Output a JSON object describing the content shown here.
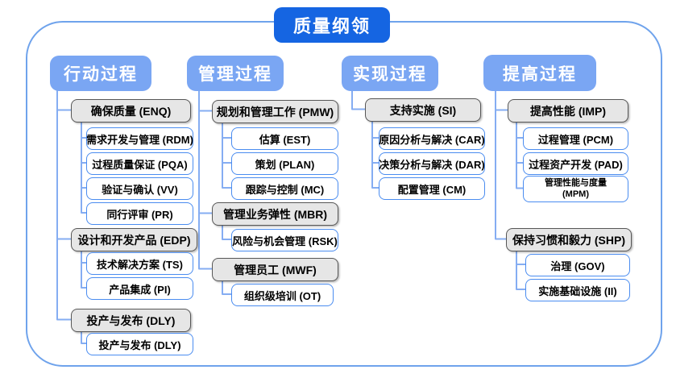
{
  "title": "质量纲领",
  "palette": {
    "title_bg": "#1565E2",
    "header_bg": "#7AA6F3",
    "outline": "#6FA3EC",
    "line": "#85ADF2",
    "gray_fill": "#E6E6E6",
    "gray_border": "#575757",
    "leaf_border": "#4A8CF0"
  },
  "columns": [
    {
      "header": "行动过程",
      "groups": [
        {
          "label": "确保质量 (ENQ)",
          "children": [
            "需求开发与管理 (RDM)",
            "过程质量保证 (PQA)",
            "验证与确认 (VV)",
            "同行评审 (PR)"
          ]
        },
        {
          "label": "设计和开发产品 (EDP)",
          "children": [
            "技术解决方案 (TS)",
            "产品集成 (PI)"
          ]
        },
        {
          "label": "投产与发布 (DLY)",
          "children": [
            "投产与发布 (DLY)"
          ]
        }
      ]
    },
    {
      "header": "管理过程",
      "groups": [
        {
          "label": "规划和管理工作 (PMW)",
          "children": [
            "估算 (EST)",
            "策划 (PLAN)",
            "跟踪与控制 (MC)"
          ]
        },
        {
          "label": "管理业务弹性 (MBR)",
          "children": [
            "风险与机会管理 (RSK)"
          ]
        },
        {
          "label": "管理员工 (MWF)",
          "children": [
            "组织级培训 (OT)"
          ]
        }
      ]
    },
    {
      "header": "实现过程",
      "groups": [
        {
          "label": "支持实施 (SI)",
          "children": [
            "原因分析与解决 (CAR)",
            "决策分析与解决 (DAR)",
            "配置管理 (CM)"
          ]
        }
      ]
    },
    {
      "header": "提高过程",
      "groups": [
        {
          "label": "提高性能 (IMP)",
          "children": [
            "过程管理 (PCM)",
            "过程资产开发 (PAD)",
            "管理性能与度量\n(MPM)"
          ]
        },
        {
          "label": "保持习惯和毅力 (SHP)",
          "children": [
            "治理 (GOV)",
            "实施基础设施 (II)"
          ]
        }
      ]
    }
  ]
}
